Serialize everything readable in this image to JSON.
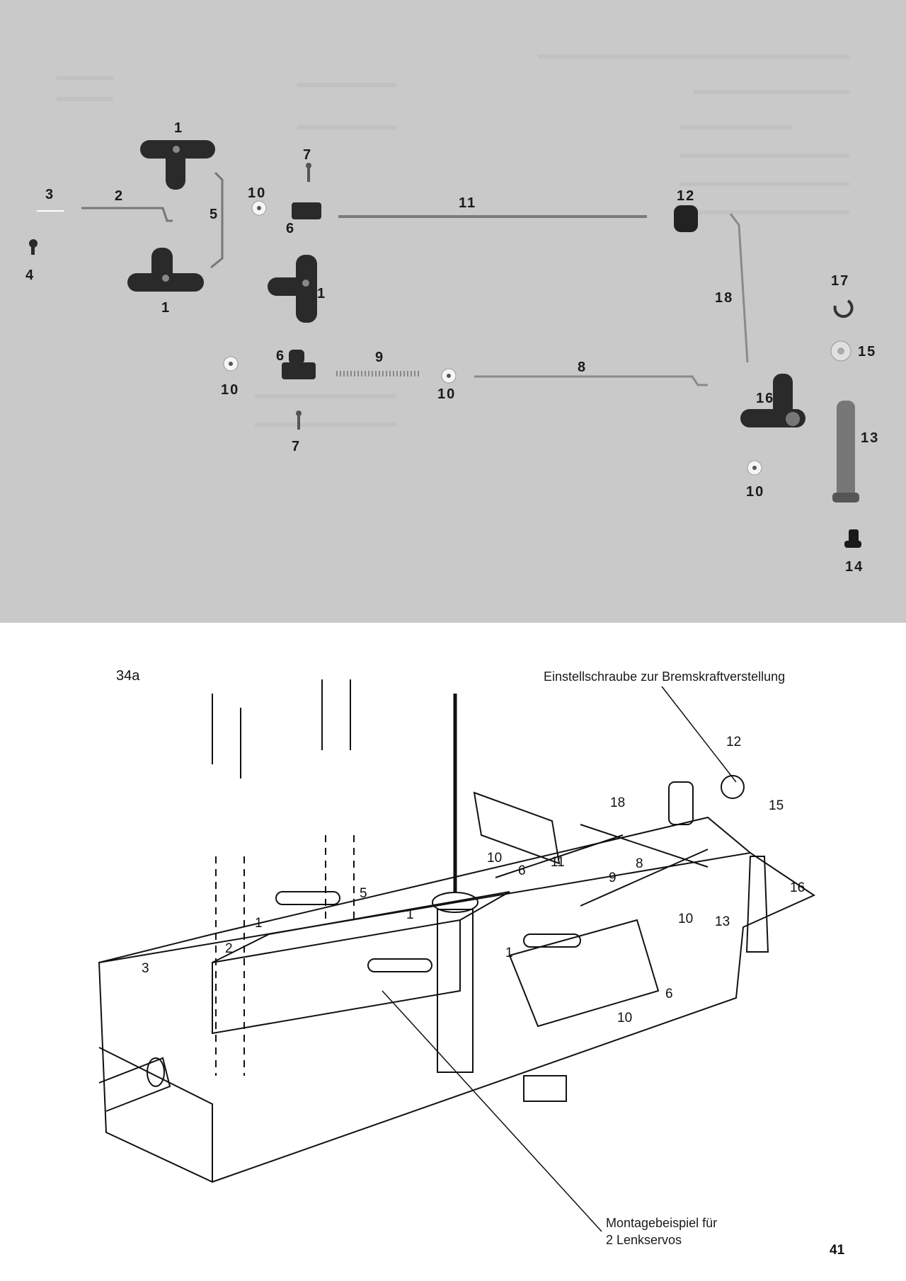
{
  "photo": {
    "part_numbers": {
      "p1a": "1",
      "p1b": "1",
      "p1c": "1",
      "p2": "2",
      "p3": "3",
      "p4": "4",
      "p5": "5",
      "p6a": "6",
      "p6b": "6",
      "p7a": "7",
      "p7b": "7",
      "p8": "8",
      "p9": "9",
      "p10a": "10",
      "p10b": "10",
      "p10c": "10",
      "p10d": "10",
      "p11": "11",
      "p12": "12",
      "p13": "13",
      "p14": "14",
      "p15": "15",
      "p16": "16",
      "p17": "17",
      "p18": "18"
    }
  },
  "drawing": {
    "figure_number": "34a",
    "caption_top": "Einstellschraube zur Bremskraftverstellung",
    "caption_bottom_line1": "Montagebeispiel für",
    "caption_bottom_line2": "2 Lenkservos",
    "page_number": "41",
    "callouts": {
      "c12": "12",
      "c18": "18",
      "c15": "15",
      "c10a": "10",
      "c6a": "6",
      "c11": "11",
      "c8": "8",
      "c9": "9",
      "c16": "16",
      "c10b": "10",
      "c13": "13",
      "c5": "5",
      "c1a": "1",
      "c1b": "1",
      "c2": "2",
      "c3": "3",
      "c1c": "1",
      "c10c": "10",
      "c6b": "6"
    }
  }
}
